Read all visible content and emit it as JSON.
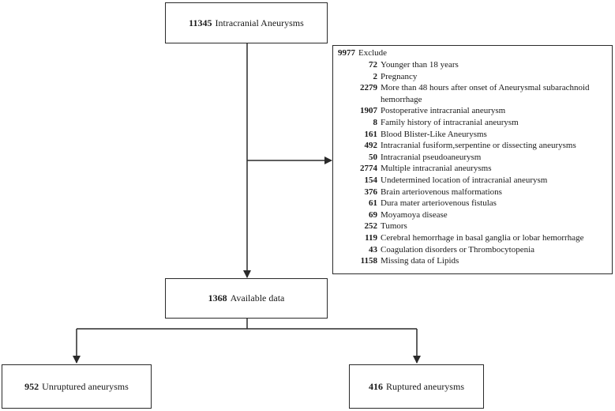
{
  "top": {
    "count": "11345",
    "label": "Intracranial Aneurysms"
  },
  "exclude": {
    "count": "9977",
    "label": "Exclude",
    "items": [
      {
        "count": "72",
        "label": "Younger than 18 years"
      },
      {
        "count": "2",
        "label": "Pregnancy"
      },
      {
        "count": "2279",
        "label": "More than 48 hours after onset of Aneurysmal subarachnoid hemorrhage"
      },
      {
        "count": "1907",
        "label": "Postoperative intracranial aneurysm"
      },
      {
        "count": "8",
        "label": "Family history of intracranial aneurysm"
      },
      {
        "count": "161",
        "label": "Blood Blister-Like Aneurysms"
      },
      {
        "count": "492",
        "label": "Intracranial fusiform,serpentine or dissecting aneurysms"
      },
      {
        "count": "50",
        "label": "Intracranial pseudoaneurysm"
      },
      {
        "count": "2774",
        "label": "Multiple intracranial aneurysms"
      },
      {
        "count": "154",
        "label": "Undetermined location of intracranial aneurysm"
      },
      {
        "count": "376",
        "label": "Brain arteriovenous malformations"
      },
      {
        "count": "61",
        "label": "Dura mater arteriovenous fistulas"
      },
      {
        "count": "69",
        "label": "Moyamoya disease"
      },
      {
        "count": "252",
        "label": "Tumors"
      },
      {
        "count": "119",
        "label": "Cerebral hemorrhage in basal ganglia or lobar hemorrhage"
      },
      {
        "count": "43",
        "label": "Coagulation disorders or Thrombocytopenia"
      },
      {
        "count": "1158",
        "label": "Missing data of Lipids"
      }
    ]
  },
  "available": {
    "count": "1368",
    "label": "Available data"
  },
  "unruptured": {
    "count": "952",
    "label": "Unruptured aneurysms"
  },
  "ruptured": {
    "count": "416",
    "label": "Ruptured aneurysms"
  }
}
